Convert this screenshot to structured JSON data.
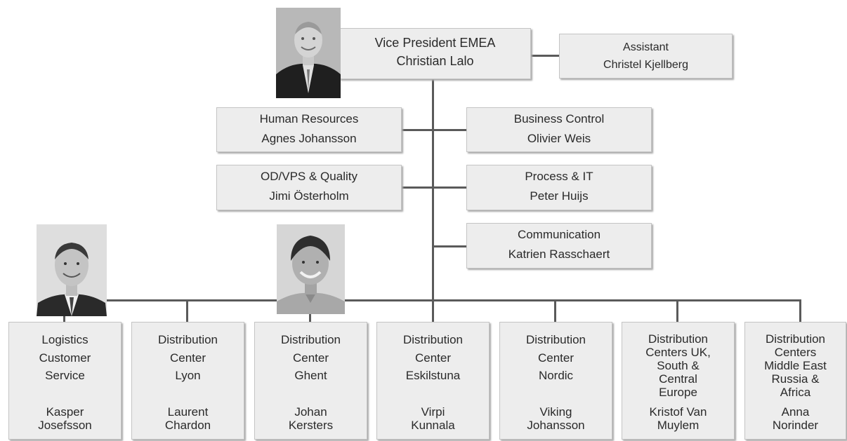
{
  "top": {
    "role": "Vice President EMEA",
    "name": "Christian Lalo"
  },
  "assistant": {
    "role": "Assistant",
    "name": "Christel Kjellberg"
  },
  "staff": [
    {
      "role": "Human Resources",
      "name": "Agnes Johansson"
    },
    {
      "role": "Business Control",
      "name": "Olivier Weis"
    },
    {
      "role": "OD/VPS & Quality",
      "name": "Jimi Österholm"
    },
    {
      "role": "Process & IT",
      "name": "Peter Huijs"
    },
    {
      "role": "Communication",
      "name": "Katrien Rasschaert"
    }
  ],
  "departments": [
    {
      "role": [
        "Logistics",
        "Customer",
        "Service"
      ],
      "name": [
        "Kasper",
        "Josefsson"
      ]
    },
    {
      "role": [
        "Distribution",
        "Center",
        "Lyon"
      ],
      "name": [
        "Laurent",
        "Chardon"
      ]
    },
    {
      "role": [
        "Distribution",
        "Center",
        "Ghent"
      ],
      "name": [
        "Johan",
        "Kersters"
      ]
    },
    {
      "role": [
        "Distribution",
        "Center",
        "Eskilstuna"
      ],
      "name": [
        "Virpi",
        "Kunnala"
      ]
    },
    {
      "role": [
        "Distribution",
        "Center",
        "Nordic"
      ],
      "name": [
        "Viking",
        "Johansson"
      ]
    },
    {
      "role": [
        "Distribution",
        "Centers UK,",
        "South &",
        "Central",
        "Europe"
      ],
      "name": [
        "Kristof Van",
        "Muylem"
      ]
    },
    {
      "role": [
        "Distribution",
        "Centers",
        "Middle East",
        "Russia &",
        "Africa"
      ],
      "name": [
        "Anna",
        "Norinder"
      ]
    }
  ]
}
